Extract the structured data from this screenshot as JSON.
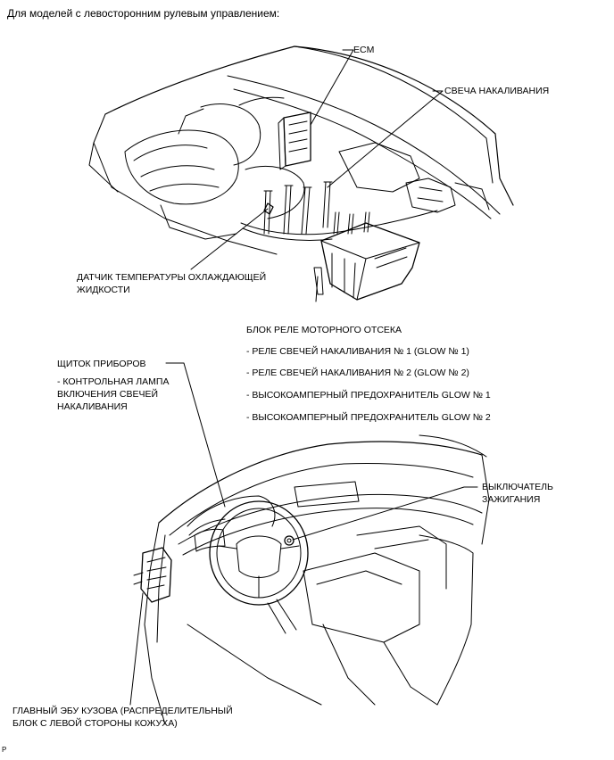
{
  "heading": "Для моделей с левосторонним рулевым управлением:",
  "labels": {
    "ecm": "ECM",
    "glow_plug": "СВЕЧА НАКАЛИВАНИЯ",
    "coolant_sensor": "ДАТЧИК ТЕМПЕРАТУРЫ ОХЛАЖДАЮЩЕЙ\nЖИДКОСТИ",
    "relay_block": "БЛОК РЕЛЕ МОТОРНОГО ОТСЕКА",
    "relay_items": [
      "- РЕЛЕ СВЕЧЕЙ НАКАЛИВАНИЯ № 1 (GLOW № 1)",
      "- РЕЛЕ СВЕЧЕЙ НАКАЛИВАНИЯ № 2 (GLOW № 2)",
      "- ВЫСОКОАМПЕРНЫЙ ПРЕДОХРАНИТЕЛЬ GLOW № 1",
      "- ВЫСОКОАМПЕРНЫЙ ПРЕДОХРАНИТЕЛЬ GLOW № 2"
    ],
    "combination_meter": "ЩИТОК ПРИБОРОВ",
    "indicator_lamp": "- КОНТРОЛЬНАЯ ЛАМПА\nВКЛЮЧЕНИЯ СВЕЧЕЙ\nНАКАЛИВАНИЯ",
    "ignition_switch": "ВЫКЛЮЧАТЕЛЬ\nЗАЖИГАНИЯ",
    "body_ecu": "ГЛАВНЫЙ ЭБУ КУЗОВА (РАСПРЕДЕЛИТЕЛЬНЫЙ\nБЛОК С ЛЕВОЙ СТОРОНЫ КОЖУХА)"
  },
  "page_mark": "P"
}
